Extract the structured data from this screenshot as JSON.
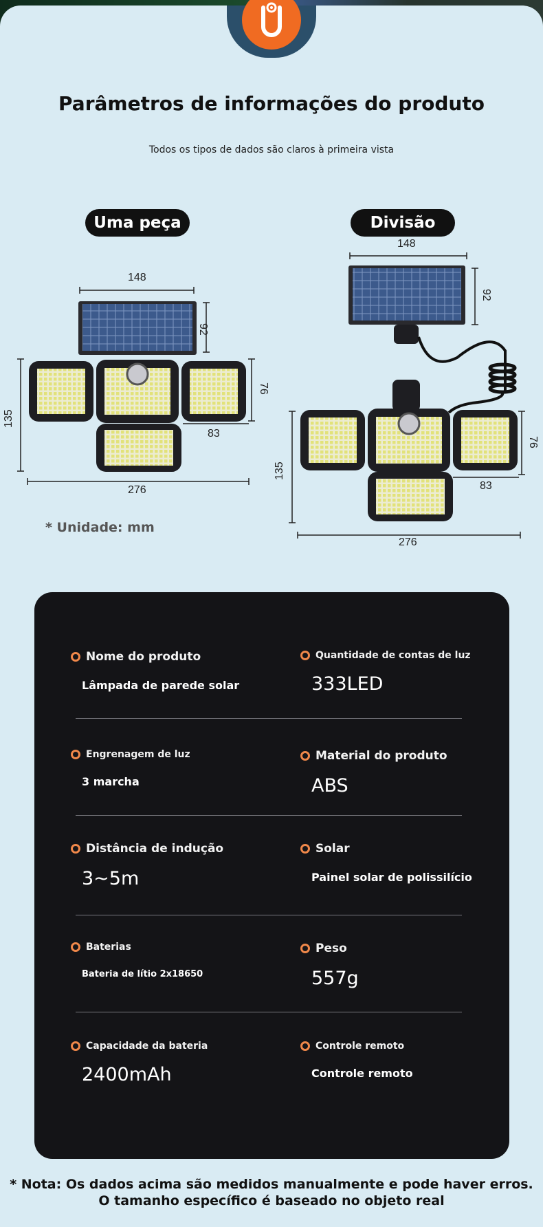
{
  "header": {
    "title": "Parâmetros de informações do produto",
    "subtitle": "Todos os tipos de dados são claros à primeira vista",
    "badge_icon": "brand-logo-icon",
    "accent": "#f06b22"
  },
  "diagrams": {
    "one_piece": {
      "label": "Uma peça",
      "dim_panel_width": "148",
      "dim_panel_height": "92",
      "dim_height": "135",
      "dim_head_height": "76",
      "dim_head_width": "83",
      "dim_total_width": "276"
    },
    "split": {
      "label": "Divisão",
      "dim_panel_width": "148",
      "dim_panel_height": "92",
      "dim_height": "135",
      "dim_head_height": "76",
      "dim_head_width": "83",
      "dim_total_width": "276"
    },
    "unit_note": "* Unidade: mm"
  },
  "specs": [
    {
      "label": "Nome do produto",
      "value": "Lâmpada de parede solar"
    },
    {
      "label": "Quantidade de contas de luz",
      "value": "333LED"
    },
    {
      "label": "Engrenagem de luz",
      "value": "3 marcha"
    },
    {
      "label": "Material do produto",
      "value": "ABS"
    },
    {
      "label": "Distância de indução",
      "value": "3~5m"
    },
    {
      "label": "Solar",
      "value": "Painel solar de polissilício"
    },
    {
      "label": "Baterias",
      "value": "Bateria de lítio 2x18650"
    },
    {
      "label": "Peso",
      "value": "557g"
    },
    {
      "label": "Capacidade da bateria",
      "value": "2400mAh"
    },
    {
      "label": "Controle remoto",
      "value": "Controle remoto"
    }
  ],
  "footer": {
    "line1": "* Nota: Os dados acima são medidos manualmente e pode haver erros.",
    "line2": "O tamanho específico é baseado no objeto real"
  }
}
